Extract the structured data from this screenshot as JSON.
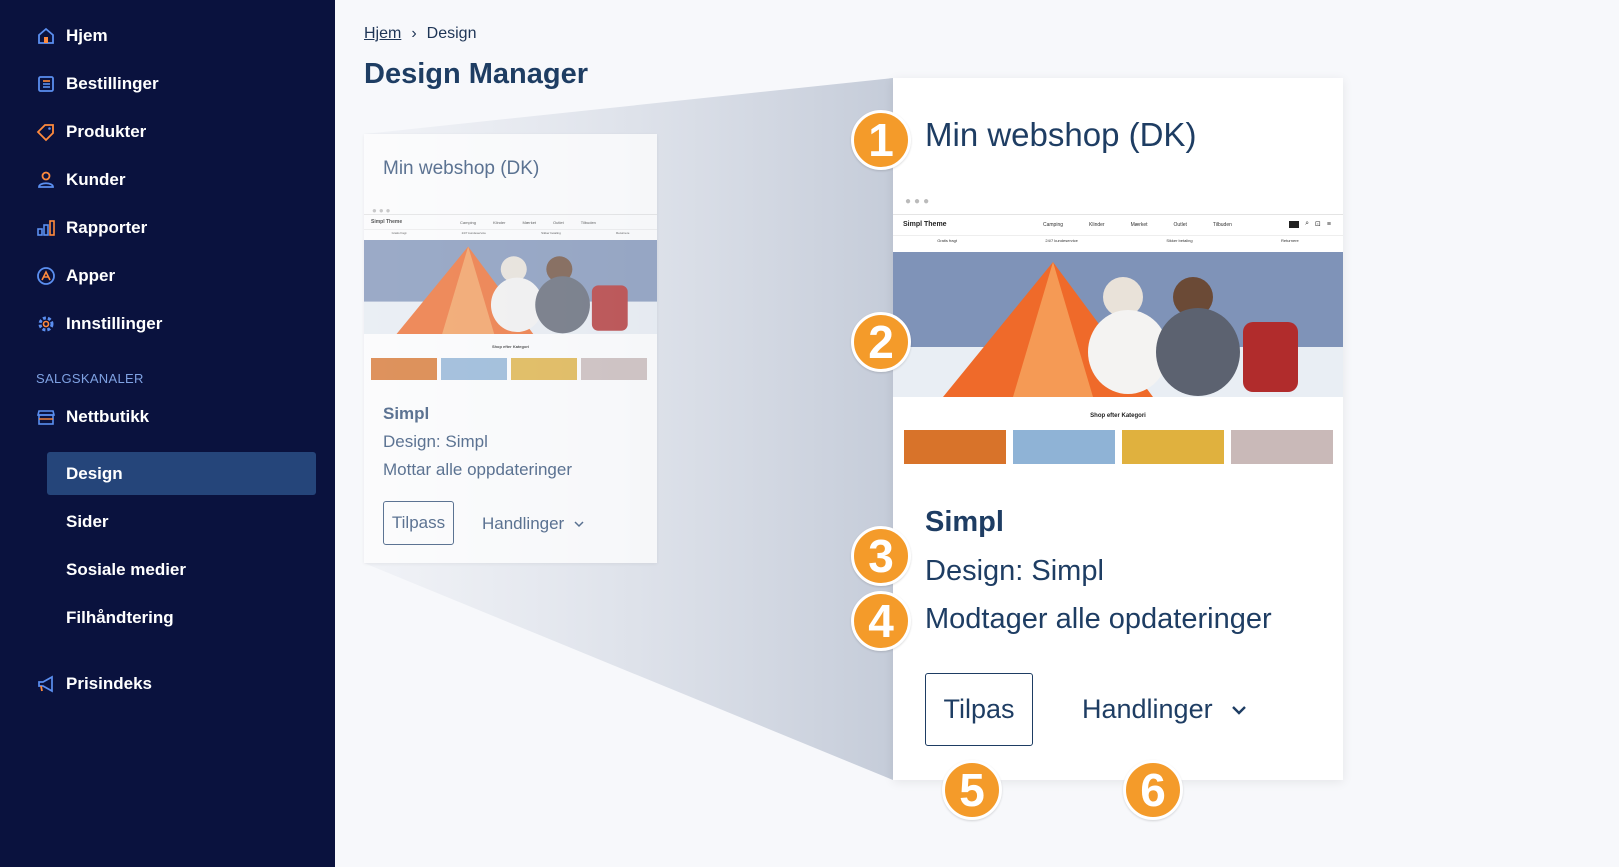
{
  "sidebar": {
    "items": [
      {
        "label": "Hjem",
        "icon": "home-icon"
      },
      {
        "label": "Bestillinger",
        "icon": "orders-icon"
      },
      {
        "label": "Produkter",
        "icon": "tag-icon"
      },
      {
        "label": "Kunder",
        "icon": "user-icon"
      },
      {
        "label": "Rapporter",
        "icon": "bar-chart-icon"
      },
      {
        "label": "Apper",
        "icon": "apps-icon"
      },
      {
        "label": "Innstillinger",
        "icon": "gear-icon"
      }
    ],
    "section_label": "SALGSKANALER",
    "channel": {
      "label": "Nettbutikk",
      "icon": "store-icon"
    },
    "sub_items": [
      {
        "label": "Design",
        "active": true
      },
      {
        "label": "Sider"
      },
      {
        "label": "Sosiale medier"
      },
      {
        "label": "Filhåndtering"
      }
    ],
    "price_index": {
      "label": "Prisindeks",
      "icon": "megaphone-icon"
    }
  },
  "breadcrumb": {
    "home": "Hjem",
    "current": "Design"
  },
  "page_title": "Design Manager",
  "small_card": {
    "title": "Min webshop (DK)",
    "theme_name": "Simpl",
    "design_line": "Design: Simpl",
    "updates_line": "Mottar alle oppdateringer",
    "customize_label": "Tilpass",
    "actions_label": "Handlinger"
  },
  "large_card": {
    "title": "Min webshop (DK)",
    "theme_name": "Simpl",
    "design_line": "Design: Simpl",
    "updates_line": "Modtager alle opdateringer",
    "customize_label": "Tilpas",
    "actions_label": "Handlinger"
  },
  "preview": {
    "brand": "Simpl Theme",
    "menu": [
      "Camping",
      "Klinder",
      "Mærket",
      "Outlet",
      "Tilbuden"
    ],
    "info": [
      "Gratis fragt",
      "24/7 kundeservice",
      "Sikker betaling",
      "Returnere"
    ],
    "category_title": "Shop efter Kategori"
  },
  "badges": [
    "1",
    "2",
    "3",
    "4",
    "5",
    "6"
  ],
  "colors": {
    "sidebar_bg": "#0a123e",
    "active_item": "#25457a",
    "accent_icon": "#ff8a3d",
    "icon_blue": "#5b8ff0",
    "text_primary": "#1e3d63",
    "badge": "#f49b2a"
  }
}
